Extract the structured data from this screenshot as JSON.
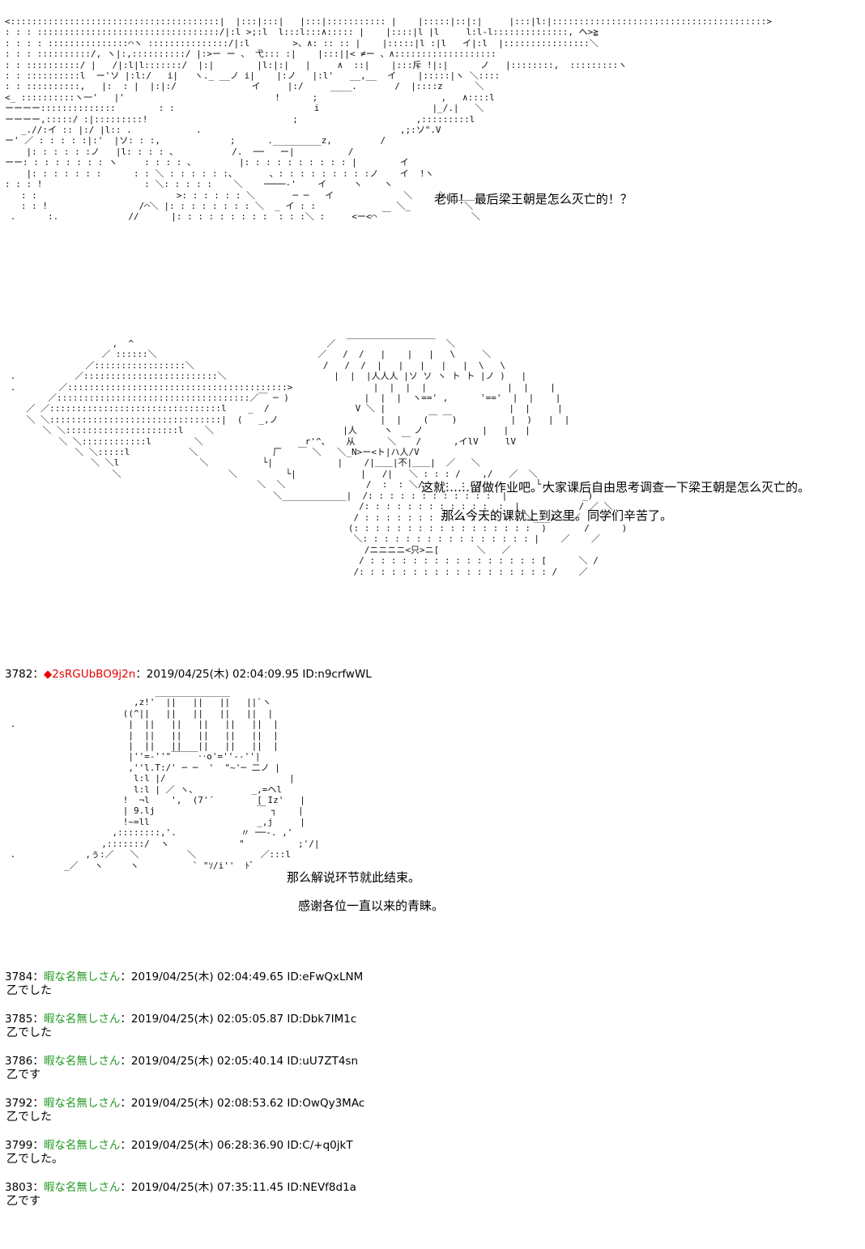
{
  "scene1": {
    "dialogue": "老师！ 最后梁王朝是怎么灭亡的！？"
  },
  "scene2": {
    "dialogue_line1": "这就……留做作业吧。大家课后自由思考调查一下梁王朝是怎么灭亡的。",
    "dialogue_line2": "那么今天的课就上到这里。同学们辛苦了。"
  },
  "op_post": {
    "number": "3782",
    "sep": "：",
    "trip_mark": "◆",
    "trip": "2sRGUbBO9j2n",
    "datetime": "：2019/04/25(木) 02:04:09.95 ID:n9crfwWL",
    "dialogue_line1": "那么解说环节就此结束。",
    "dialogue_line2": "感谢各位一直以来的青睐。"
  },
  "replies": [
    {
      "number": "3784",
      "sep": "：",
      "name": "暇な名無しさん",
      "meta": "：2019/04/25(木) 02:04:49.65 ID:eFwQxLNM",
      "body": "乙でした"
    },
    {
      "number": "3785",
      "sep": "：",
      "name": "暇な名無しさん",
      "meta": "：2019/04/25(木) 02:05:05.87 ID:Dbk7IM1c",
      "body": "乙でした"
    },
    {
      "number": "3786",
      "sep": "：",
      "name": "暇な名無しさん",
      "meta": "：2019/04/25(木) 02:05:40.14 ID:uU7ZT4sn",
      "body": "乙です"
    },
    {
      "number": "3792",
      "sep": "：",
      "name": "暇な名無しさん",
      "meta": "：2019/04/25(木) 02:08:53.62 ID:OwQy3MAc",
      "body": "乙でした"
    },
    {
      "number": "3799",
      "sep": "：",
      "name": "暇な名無しさん",
      "meta": "：2019/04/25(木) 06:28:36.90 ID:C/+q0jkT",
      "body": "乙でした。"
    },
    {
      "number": "3803",
      "sep": "：",
      "name": "暇な名無しさん",
      "meta": "：2019/04/25(木) 07:35:11.45 ID:NEVf8d1a",
      "body": "乙です"
    }
  ]
}
